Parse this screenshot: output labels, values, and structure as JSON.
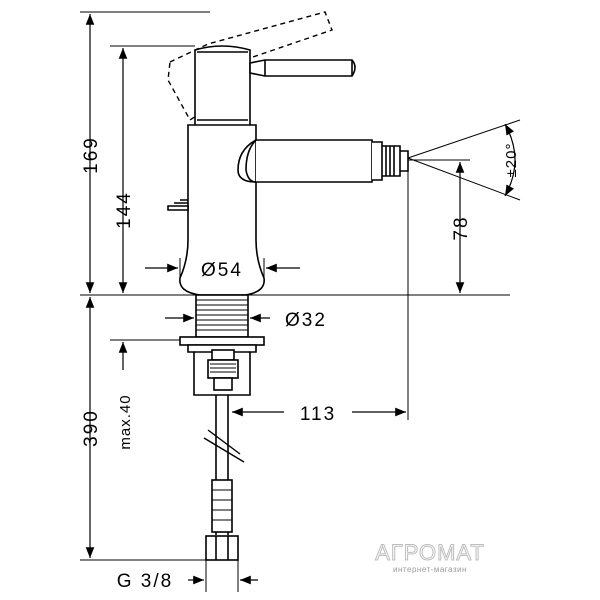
{
  "drawing": {
    "dimensions": {
      "height_total": "169",
      "height_spout": "144",
      "spout_height": "78",
      "spray_angle": "±20°",
      "body_diameter": "Ø54",
      "shank_diameter": "Ø32",
      "reach": "113",
      "below_counter": "390",
      "max_thickness": "max.40",
      "connection": "G 3/8"
    }
  },
  "watermark": {
    "brand": "АГРОМАТ",
    "tagline": "интернет-магазин"
  }
}
